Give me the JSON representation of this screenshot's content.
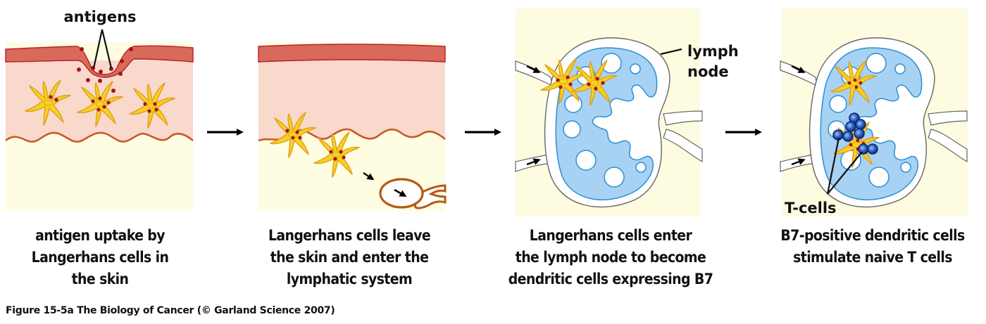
{
  "figure": {
    "credit": "Figure 15-5a  The Biology of Cancer (© Garland Science 2007)",
    "colors": {
      "epidermis": "#d9695a",
      "epidermis_edge": "#b8202a",
      "dermis": "#f8d9cc",
      "basement_line": "#c8582a",
      "subcutis": "#fefde2",
      "node_bg": "#fdfbe0",
      "node_capsule": "#ffffff",
      "node_cortex": "#a7d2f3",
      "node_cortex_edge": "#2b8fd3",
      "cell_fill": "#f7d21e",
      "cell_edge": "#e0a020",
      "antigen": "#a5141c",
      "lymph_vessel": "#b45a14",
      "tcell": "#1a3f9e",
      "arrow": "#000000"
    },
    "panels": [
      {
        "id": "panel-1",
        "callout": "antigens",
        "caption": [
          "antigen uptake by",
          "Langerhans cells in",
          "the skin"
        ]
      },
      {
        "id": "panel-2",
        "caption": [
          "Langerhans cells leave",
          "the skin and enter the",
          "lymphatic system"
        ]
      },
      {
        "id": "panel-3",
        "callout": [
          "lymph",
          "node"
        ],
        "caption": [
          "Langerhans cells enter",
          "the lymph node to become",
          "dendritic cells expressing B7"
        ]
      },
      {
        "id": "panel-4",
        "callout": "T-cells",
        "caption": [
          "B7-positive dendritic cells",
          "stimulate naive T cells"
        ]
      }
    ],
    "step_arrows": [
      "panel-1 → panel-2",
      "panel-2 → panel-3",
      "panel-3 → panel-4"
    ]
  }
}
